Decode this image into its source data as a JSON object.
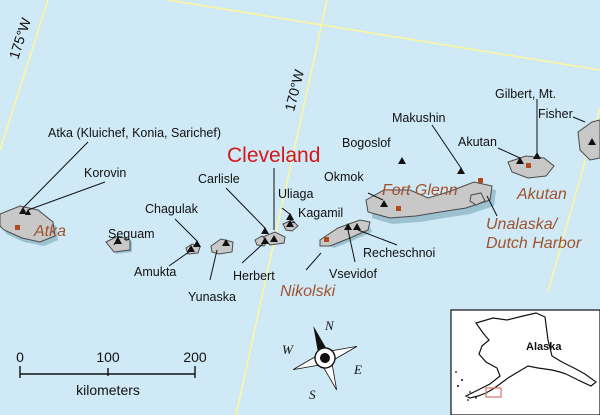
{
  "map": {
    "meridians": {
      "w175": "175°W",
      "w170": "170°W"
    },
    "featured_volcano": "Cleveland",
    "volcanoes": {
      "atka_group": "Atka (Kluichef, Konia, Sarichef)",
      "korovin": "Korovin",
      "seguam": "Seguam",
      "chagulak": "Chagulak",
      "amukta": "Amukta",
      "yunaska": "Yunaska",
      "carlisle": "Carlisle",
      "herbert": "Herbert",
      "uliaga": "Uliaga",
      "kagamil": "Kagamil",
      "okmok": "Okmok",
      "bogoslof": "Bogoslof",
      "recheschnoi": "Recheschnoi",
      "vsevidof": "Vsevidof",
      "makushin": "Makushin",
      "akutan": "Akutan",
      "gilbert": "Gilbert, Mt.",
      "fisher": "Fisher"
    },
    "towns": {
      "atka": "Atka",
      "nikolski": "Nikolski",
      "fort_glenn": "Fort Glenn",
      "akutan": "Akutan",
      "unalaska_line1": "Unalaska/",
      "unalaska_line2": "Dutch Harbor"
    },
    "colors": {
      "water": "#cfeaf6",
      "land": "#c8c8c8",
      "grid": "#fbf6a0",
      "town_label": "#a0522d",
      "featured": "#d31919",
      "town_marker": "#b24a1f"
    }
  },
  "scalebar": {
    "ticks": [
      "0",
      "100",
      "200"
    ],
    "unit": "kilometers"
  },
  "compass": {
    "n": "N",
    "s": "S",
    "e": "E",
    "w": "W"
  },
  "inset": {
    "label": "Alaska"
  }
}
